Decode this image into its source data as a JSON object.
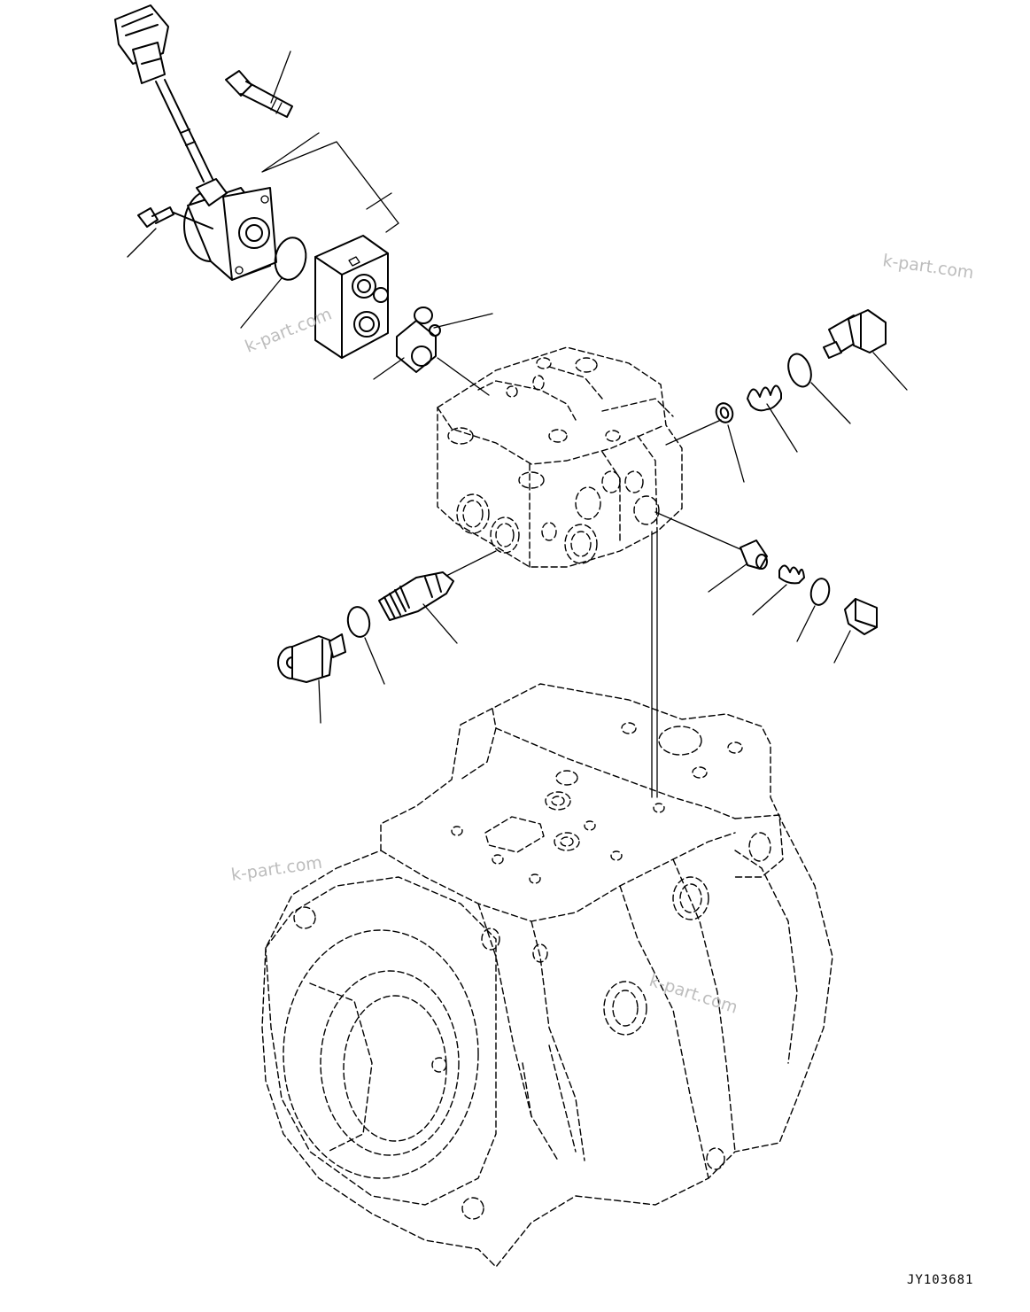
{
  "watermarks": [
    "k-part.com",
    "k-part.com",
    "k-part.com",
    "k-part.com"
  ],
  "drawing_code": "JY103681"
}
